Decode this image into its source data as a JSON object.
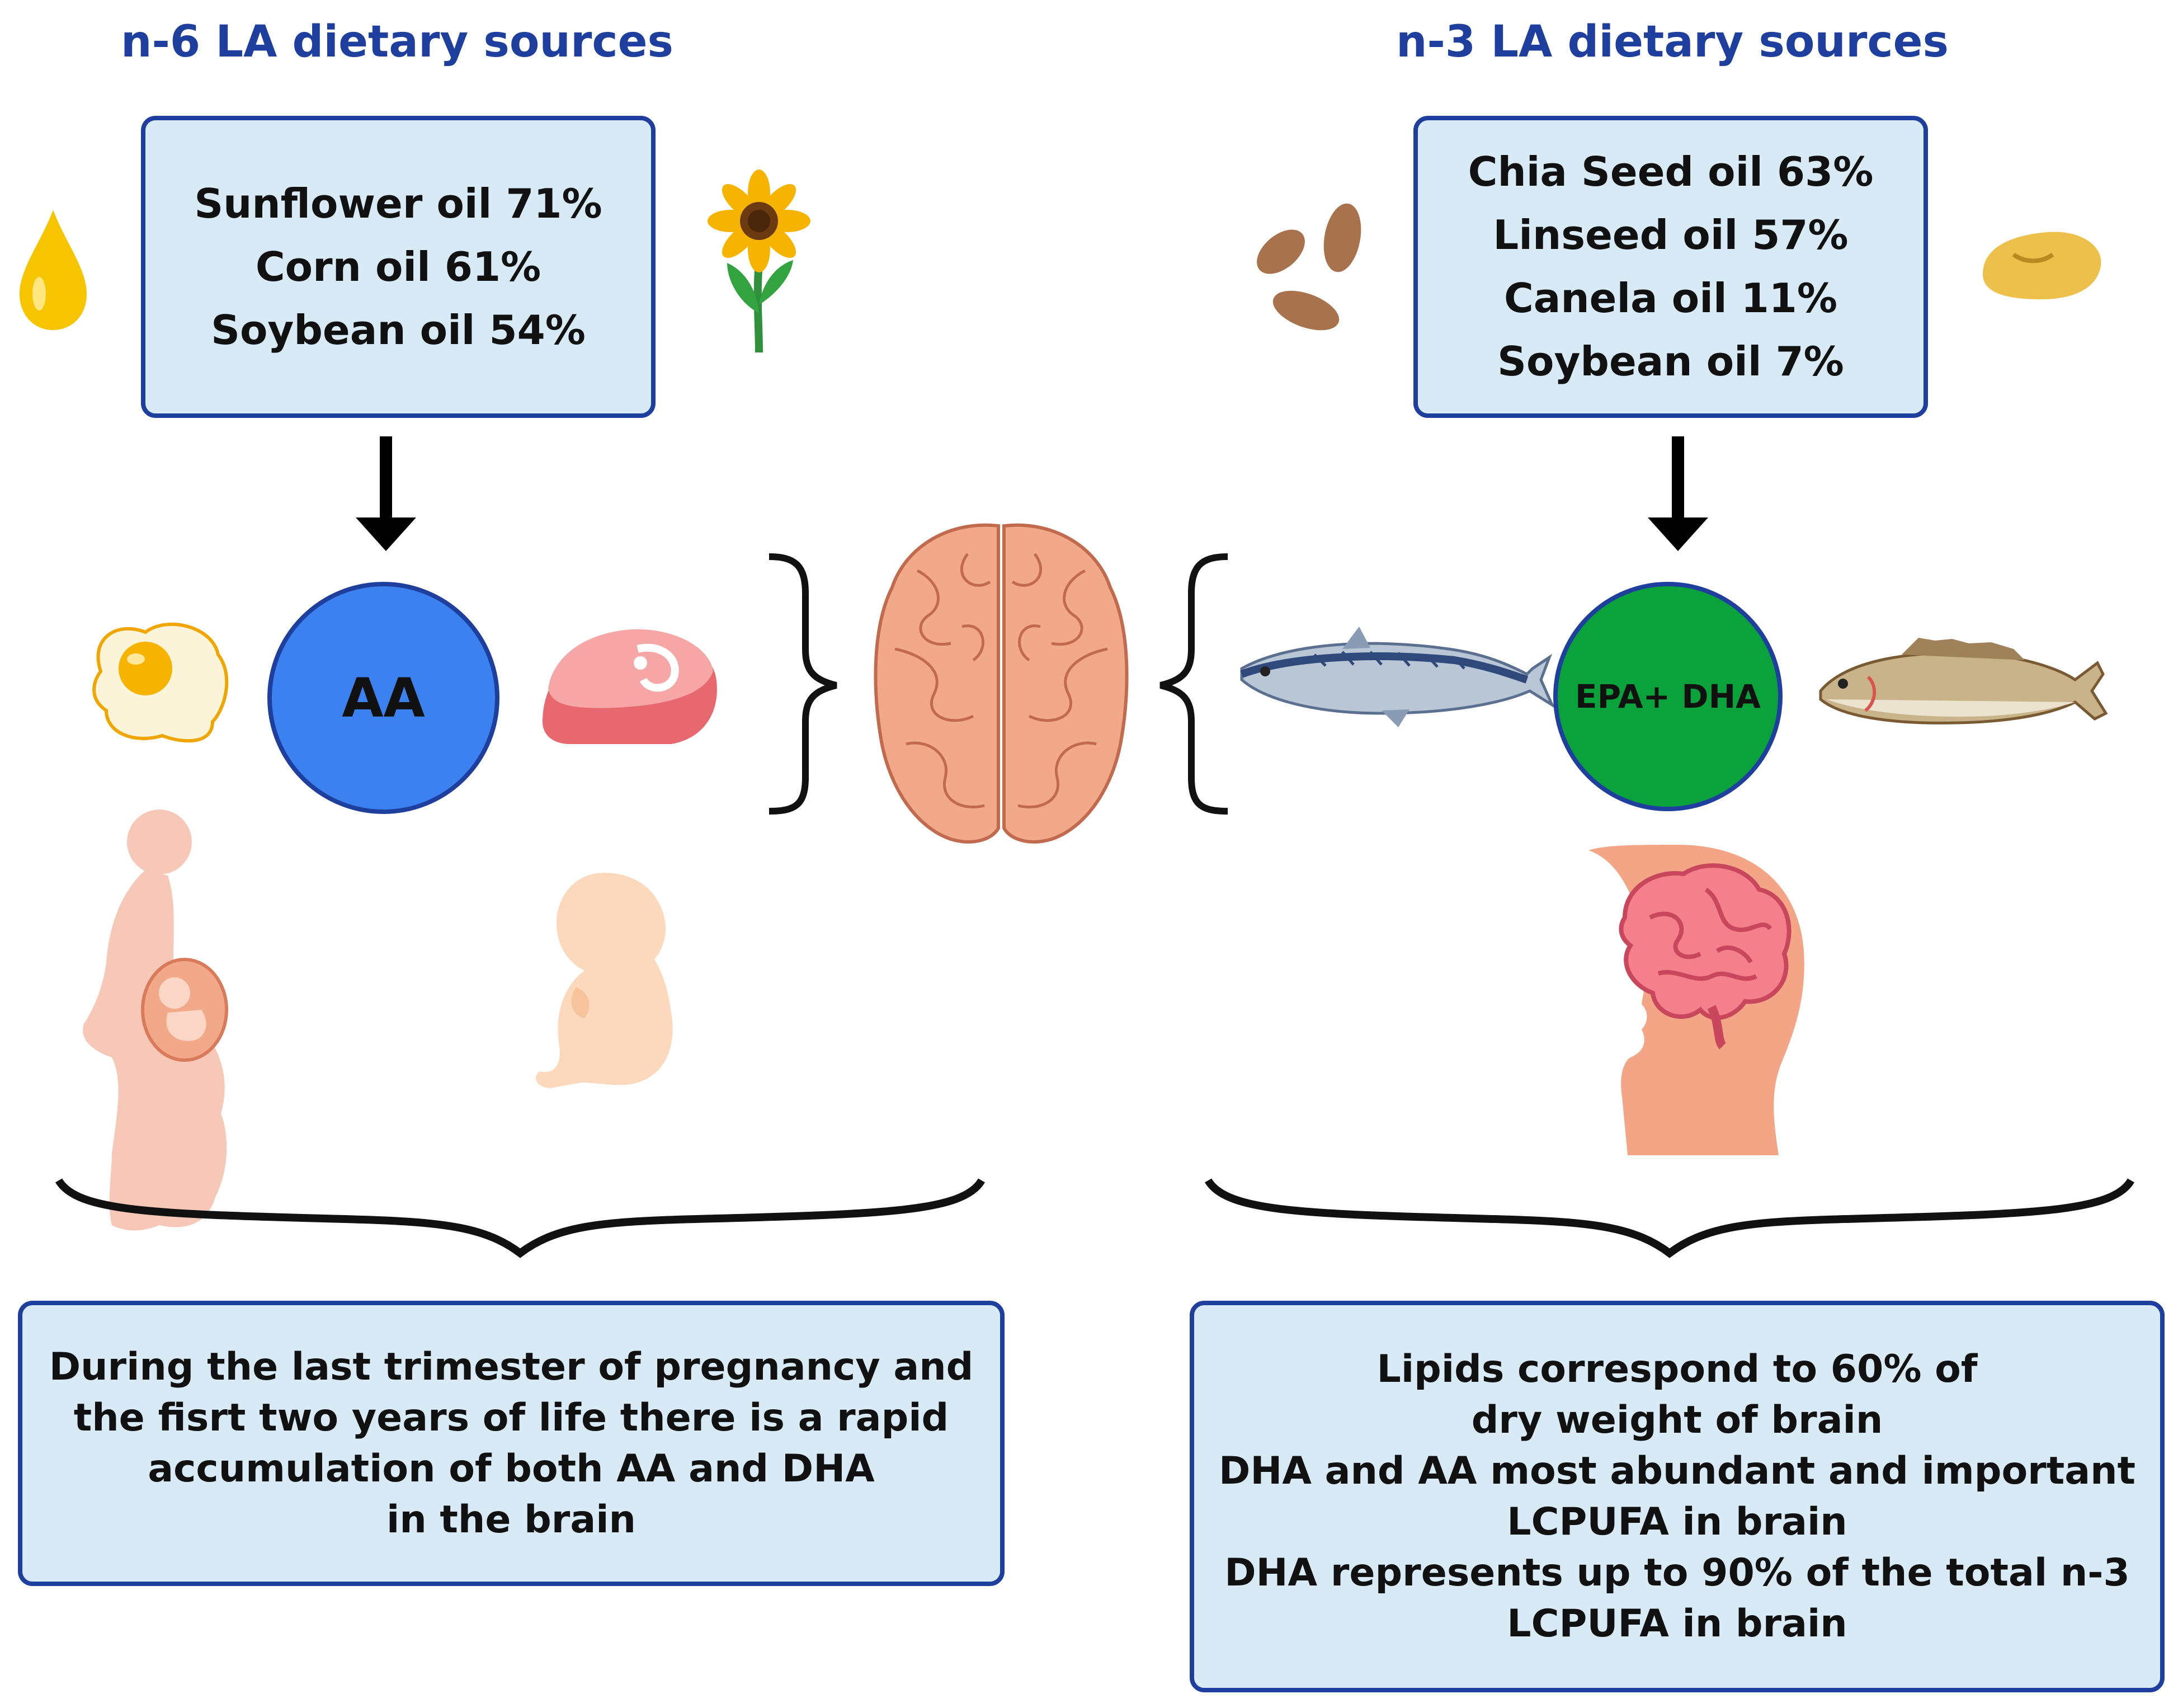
{
  "left": {
    "heading": "n-6 LA dietary sources",
    "sources": [
      "Sunflower oil 71%",
      "Corn oil 61%",
      "Soybean oil 54%"
    ],
    "node": "AA",
    "summary": [
      "During the last trimester of pregnancy and",
      "the fisrt two years of life there is a rapid",
      "accumulation of both AA and DHA",
      "in the brain"
    ]
  },
  "right": {
    "heading": "n-3 LA dietary sources",
    "sources": [
      "Chia Seed oil 63%",
      "Linseed oil 57%",
      "Canela oil 11%",
      "Soybean oil 7%"
    ],
    "node": "EPA+ DHA",
    "summary": [
      "Lipids correspond to 60% of",
      "dry weight of brain",
      "DHA and AA most abundant and important",
      "LCPUFA in brain",
      "DHA represents up to 90% of the total n-3",
      "LCPUFA in brain"
    ]
  },
  "colors": {
    "accent_blue": "#1f3f9e",
    "box_fill": "#d9eaf7",
    "aa_circle": "#3b82f0",
    "epa_dha_circle": "#0aa33b",
    "brain": "#f2a98a"
  },
  "icons": [
    "oil-drop-icon",
    "sunflower-icon",
    "seeds-icon",
    "bean-icon",
    "fried-egg-icon",
    "meat-steak-icon",
    "brain-icon",
    "mackerel-fish-icon",
    "fish-icon",
    "pregnant-woman-icon",
    "fetus-icon",
    "head-brain-icon"
  ]
}
